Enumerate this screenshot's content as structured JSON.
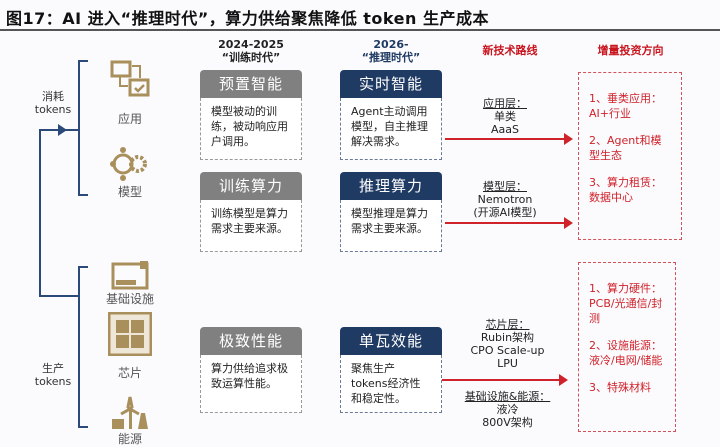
{
  "title": "图17：AI 进入“推理时代”，算力供给聚焦降低 token 生产成本",
  "eras": {
    "old": {
      "year": "2024-2025",
      "name": "“训练时代”"
    },
    "new": {
      "year": "2026-",
      "name": "“推理时代”"
    }
  },
  "rows": [
    {
      "old_title": "预置智能",
      "old_text": "模型被动的训练，被动响应用户调用。",
      "new_title": "实时智能",
      "new_text": "Agent主动调用模型，自主推理解决需求。"
    },
    {
      "old_title": "训练算力",
      "old_text": "训练模型是算力需求主要来源。",
      "new_title": "推理算力",
      "new_text": "模型推理是算力需求主要来源。"
    },
    {
      "old_title": "极致性能",
      "old_text": "算力供给追求极致运算性能。",
      "new_title": "单瓦效能",
      "new_text": "聚焦生产tokens经济性和稳定性。"
    }
  ],
  "routes_header": "新技术路线",
  "invest_header": "增量投资方向",
  "routes": {
    "app": {
      "label": "应用层：",
      "lines": [
        "单类",
        "AaaS"
      ]
    },
    "model": {
      "label": "模型层：",
      "lines": [
        "Nemotron",
        "(开源AI模型)"
      ]
    },
    "chip": {
      "label": "芯片层：",
      "lines": [
        "Rubin架构",
        "CPO Scale-up",
        "LPU"
      ]
    },
    "infra": {
      "label": "基础设施&能源：",
      "lines": [
        "液冷",
        "800V架构"
      ]
    }
  },
  "invest_top": [
    "1、垂类应用：AI+行业",
    "2、Agent和模型生态",
    "3、算力租赁：数据中心"
  ],
  "invest_bottom": [
    "1、算力硬件：PCB/光通信/封测",
    "2、设施能源：液冷/电网/储能",
    "3、特殊材料"
  ],
  "side": {
    "consume": [
      "消耗",
      "tokens"
    ],
    "produce": [
      "生产",
      "tokens"
    ]
  },
  "layers": [
    "应用",
    "模型",
    "基础设施",
    "芯片",
    "能源"
  ]
}
